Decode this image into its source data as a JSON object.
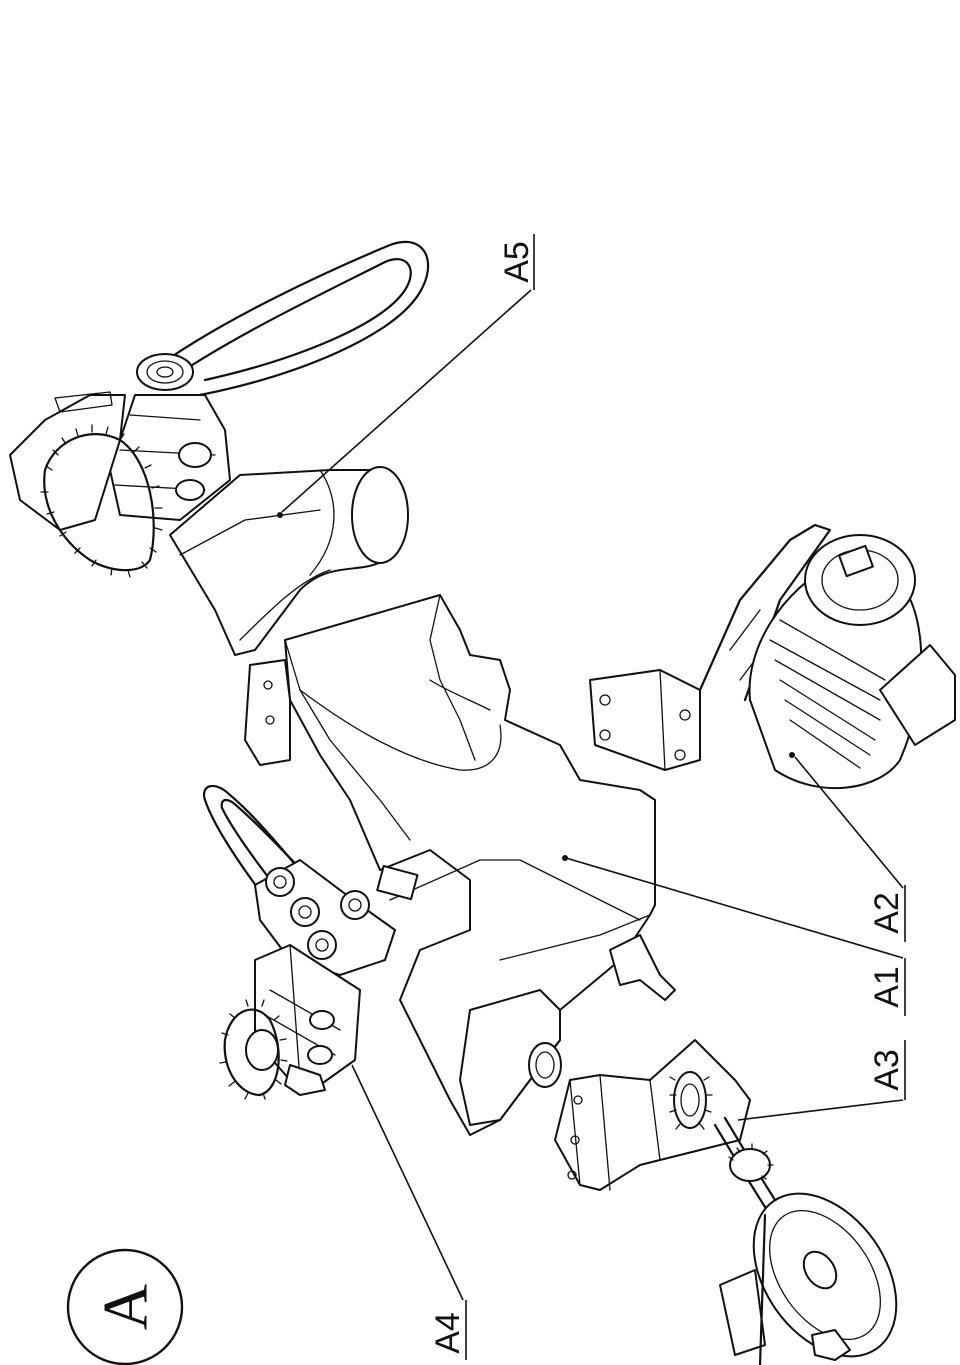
{
  "view_marker": "A",
  "labels": {
    "a1": "A1",
    "a2": "A2",
    "a3": "A3",
    "a4": "A4",
    "a5": "A5"
  }
}
